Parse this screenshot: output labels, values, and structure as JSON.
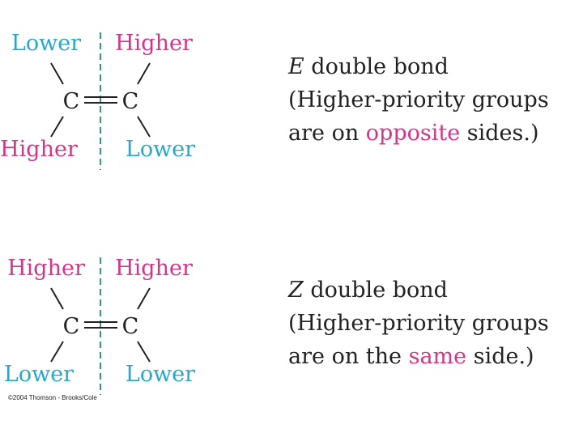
{
  "colors": {
    "higher": "#d6348a",
    "lower": "#27a7cf",
    "divider": "#2e9c85",
    "text": "#222222"
  },
  "e_isomer": {
    "top_left": "Lower",
    "top_right": "Higher",
    "bottom_left": "Higher",
    "bottom_right": "Lower",
    "atom_left": "C",
    "atom_right": "C",
    "caption": {
      "letter": "E",
      "title_rest": " double bond",
      "line2": "(Higher-priority groups",
      "line3_pre": "are on ",
      "line3_highlight": "opposite",
      "line3_post": " sides.)"
    }
  },
  "z_isomer": {
    "top_left": "Higher",
    "top_right": "Higher",
    "bottom_left": "Lower",
    "bottom_right": "Lower",
    "atom_left": "C",
    "atom_right": "C",
    "caption": {
      "letter": "Z",
      "title_rest": " double bond",
      "line2": "(Higher-priority groups",
      "line3_pre": "are on the ",
      "line3_highlight": "same",
      "line3_post": " side.)"
    }
  },
  "copyright": "©2004 Thomson - Brooks/Cole"
}
